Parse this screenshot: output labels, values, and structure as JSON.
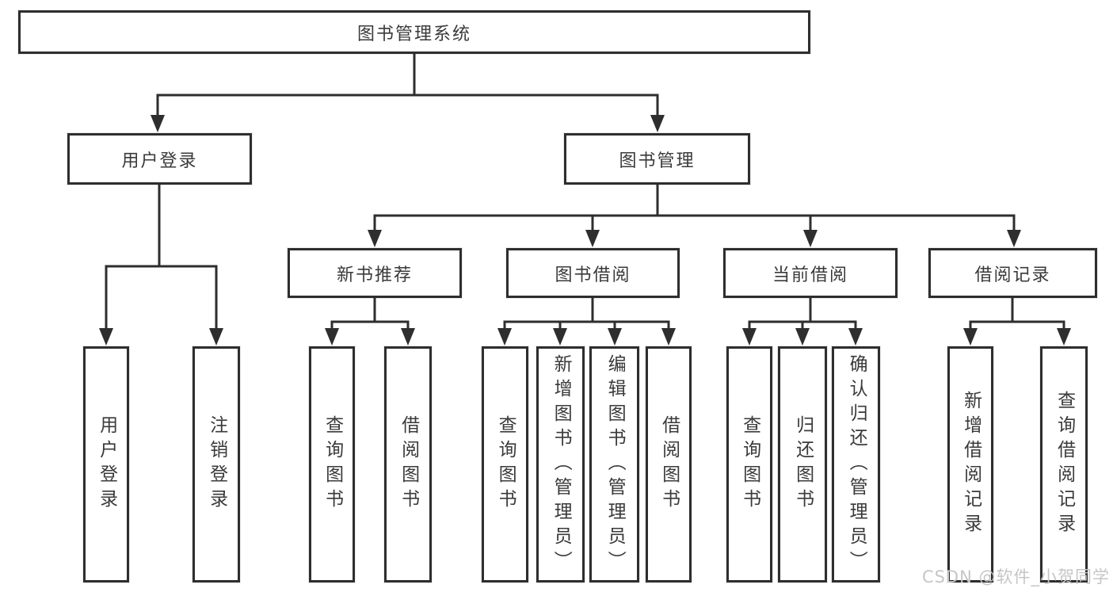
{
  "diagram": {
    "root": {
      "label": "图书管理系统",
      "children": [
        {
          "label": "用户登录",
          "children": [
            {
              "label": "用户登录"
            },
            {
              "label": "注销登录"
            }
          ]
        },
        {
          "label": "图书管理",
          "children": [
            {
              "label": "新书推荐",
              "children": [
                {
                  "label": "查询图书"
                },
                {
                  "label": "借阅图书"
                }
              ]
            },
            {
              "label": "图书借阅",
              "children": [
                {
                  "label": "查询图书"
                },
                {
                  "label": "新增图书（管理员）"
                },
                {
                  "label": "编辑图书（管理员）"
                },
                {
                  "label": "借阅图书"
                }
              ]
            },
            {
              "label": "当前借阅",
              "children": [
                {
                  "label": "查询图书"
                },
                {
                  "label": "归还图书"
                },
                {
                  "label": "确认归还（管理员）"
                }
              ]
            },
            {
              "label": "借阅记录",
              "children": [
                {
                  "label": "新增借阅记录"
                },
                {
                  "label": "查询借阅记录"
                }
              ]
            }
          ]
        }
      ]
    }
  },
  "watermark": {
    "text": "CSDN @软件_小贺同学"
  },
  "colors": {
    "line": "#2e2e2e",
    "text": "#3a3a3a",
    "box_fill": "#ffffff",
    "background": "#ffffff",
    "watermark": "#c6c6c6"
  }
}
